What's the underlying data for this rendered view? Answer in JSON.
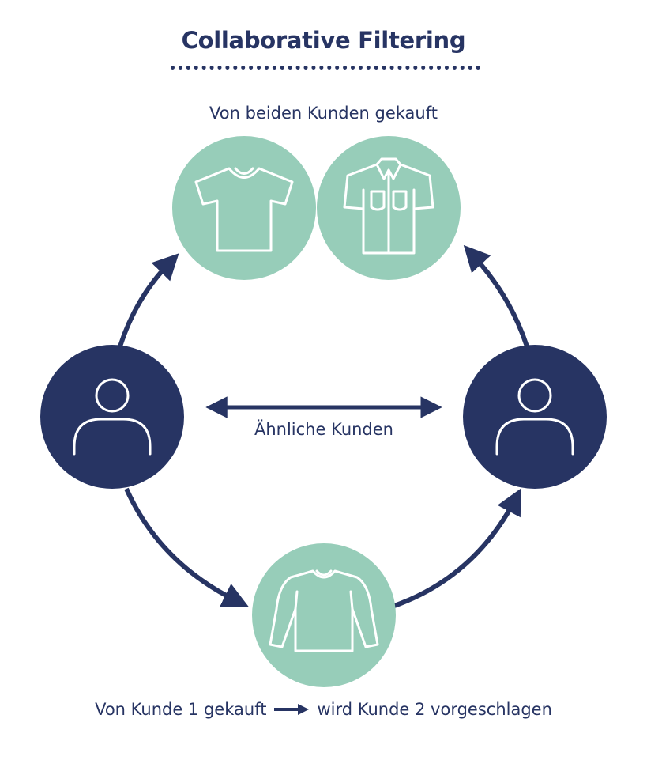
{
  "title": "Collaborative Filtering",
  "label_top": "Von beiden Kunden gekauft",
  "label_middle": "Ähnliche Kunden",
  "label_bottom_left": "Von Kunde 1 gekauft",
  "label_bottom_right": "wird Kunde 2 vorgeschlagen",
  "icons": {
    "customer_left": "person-icon",
    "customer_right": "person-icon",
    "product_top_left": "tshirt-icon",
    "product_top_right": "shirt-icon",
    "product_bottom": "sweater-icon"
  },
  "colors": {
    "navy": "#273463",
    "mint": "#97cdb9",
    "white": "#ffffff"
  }
}
